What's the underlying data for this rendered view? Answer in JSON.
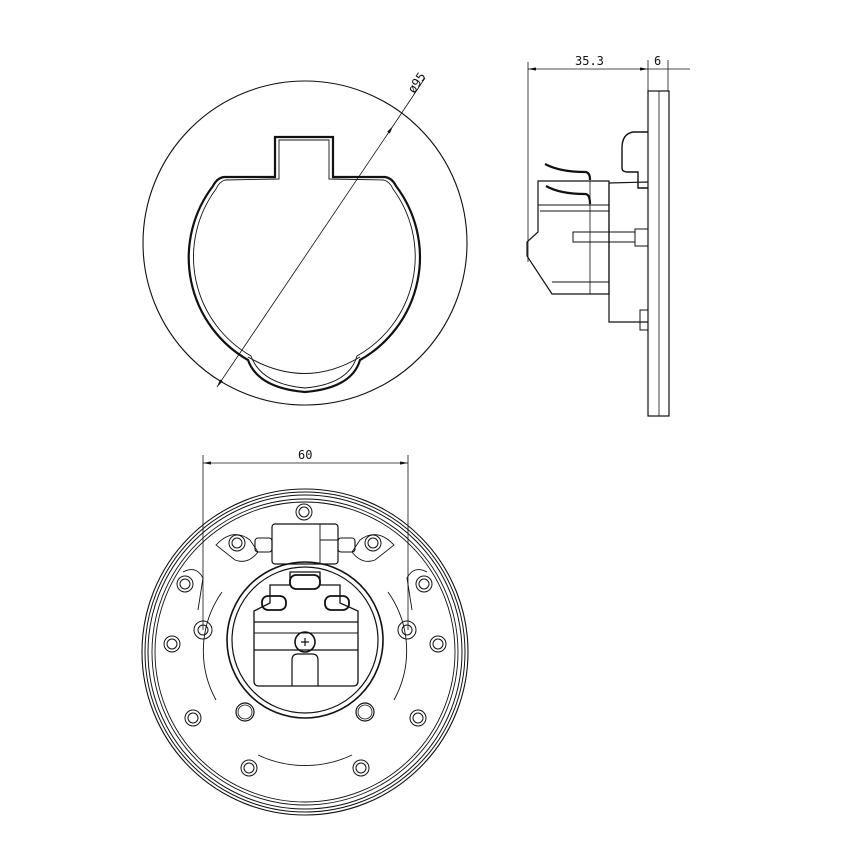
{
  "drawing": {
    "views": [
      {
        "name": "front-view",
        "dimension_label": "ø95"
      },
      {
        "name": "side-view",
        "dimension_labels": [
          "35.3",
          "6"
        ]
      },
      {
        "name": "rear-view",
        "dimension_label": "60"
      }
    ],
    "dimensions": {
      "diameter": "ø95",
      "depth": "35.3",
      "plate_thickness": "6",
      "mounting_span": "60"
    },
    "colors": {
      "line": "#111111",
      "background": "#ffffff"
    }
  }
}
